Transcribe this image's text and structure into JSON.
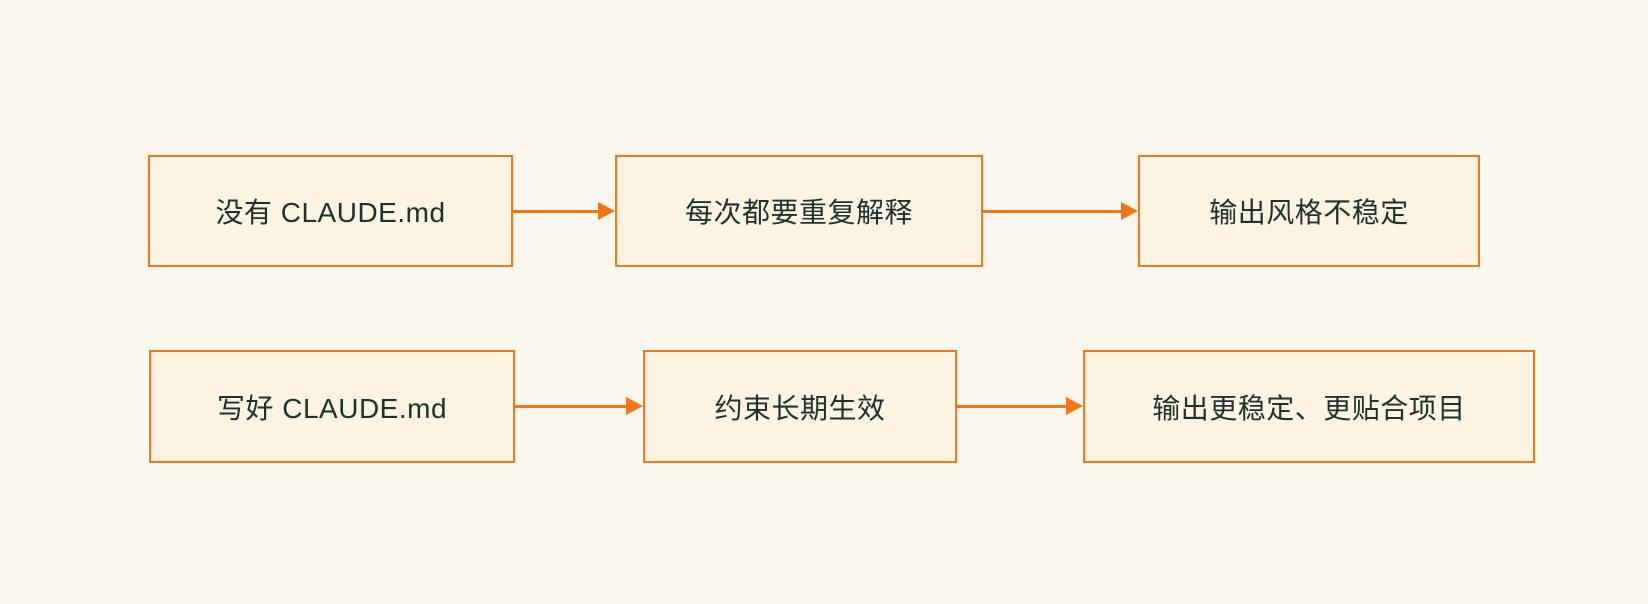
{
  "diagram": {
    "type": "flowchart",
    "direction": "left-to-right",
    "colors": {
      "background": "#FBF7EE",
      "node_fill": "#FDF3E2",
      "node_border": "#F4761B",
      "arrow": "#F4761B",
      "text": "#1C332B"
    },
    "rows": [
      {
        "name": "without-claude-md-flow",
        "nodes": [
          {
            "label": "没有 CLAUDE.md"
          },
          {
            "label": "每次都要重复解释"
          },
          {
            "label": "输出风格不稳定"
          }
        ]
      },
      {
        "name": "with-claude-md-flow",
        "nodes": [
          {
            "label": "写好 CLAUDE.md"
          },
          {
            "label": "约束长期生效"
          },
          {
            "label": "输出更稳定、更贴合项目"
          }
        ]
      }
    ]
  }
}
